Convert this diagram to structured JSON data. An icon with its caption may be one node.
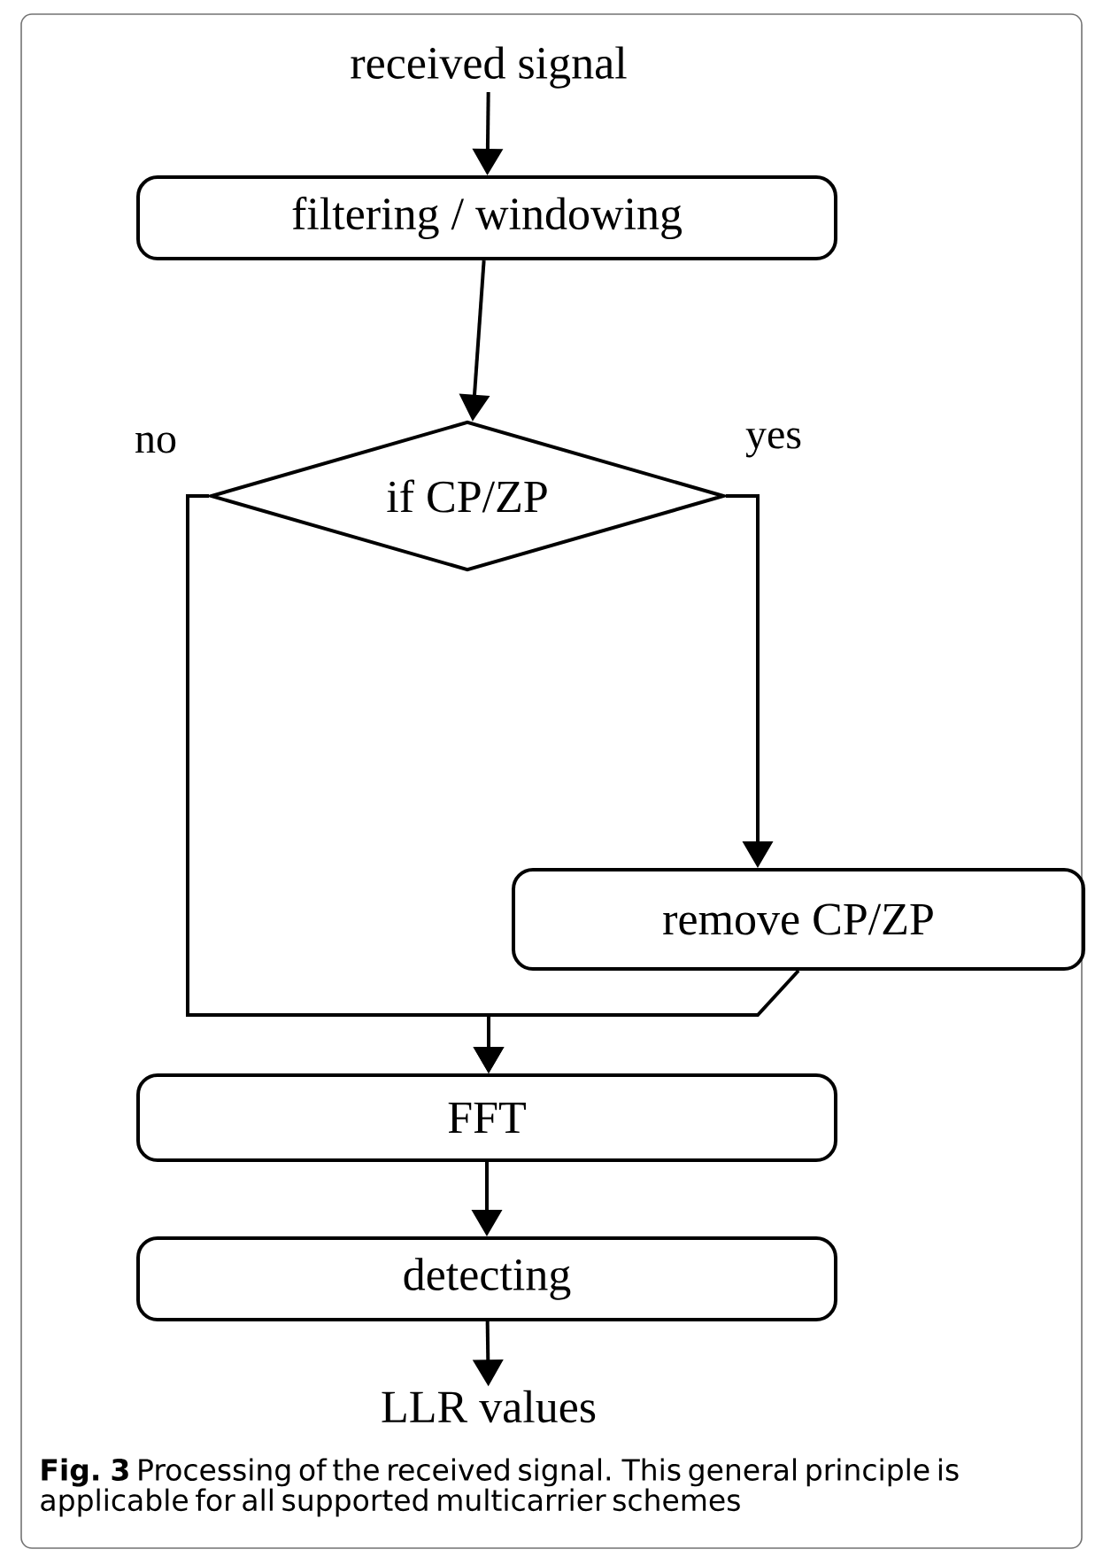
{
  "diagram": {
    "caption": "**Fig. 3** Processing of the received signal. This general principle is applicable for all supported multicarrier schemes",
    "nodes": [
      {
        "text": [
          "received signal"
        ]
      },
      {
        "text": [
          "filtering / windowing"
        ]
      },
      {
        "text": [
          "if CP/ZP"
        ]
      },
      {
        "text": [
          "remove CP/ZP"
        ]
      },
      {
        "text": [
          "FFT"
        ]
      },
      {
        "text": [
          "detecting"
        ]
      },
      {
        "text": [
          "LLR values"
        ]
      }
    ],
    "edges": [
      {
        "from": 0,
        "to": 1,
        "arrow": "to"
      },
      {
        "from": 1,
        "to": 2,
        "arrow": "to"
      },
      {
        "from": 2,
        "to": 4,
        "arrow": "to",
        "label": "no"
      },
      {
        "from": 2,
        "to": 3,
        "arrow": "to",
        "label": "yes"
      },
      {
        "from": 3,
        "to": 4,
        "arrow": "to"
      },
      {
        "from": 4,
        "to": 5,
        "arrow": "to"
      },
      {
        "from": 5,
        "to": 6,
        "arrow": "to"
      }
    ]
  }
}
